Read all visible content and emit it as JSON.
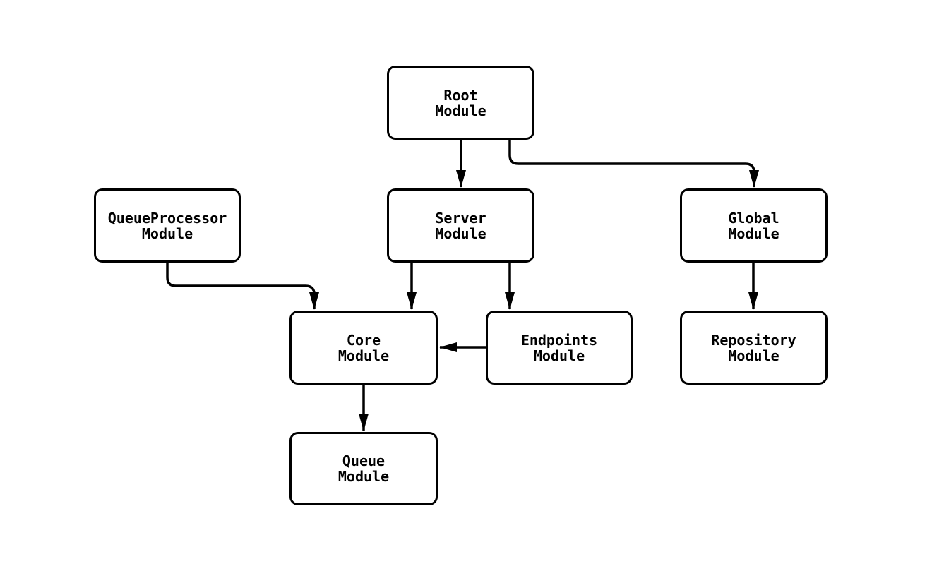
{
  "diagram": {
    "type": "flowchart",
    "colors": {
      "background": "#ffffff",
      "stroke": "#000000",
      "node_fill": "#ffffff",
      "text": "#000000"
    },
    "nodes": {
      "root": {
        "line1": "Root",
        "line2": "Module"
      },
      "server": {
        "line1": "Server",
        "line2": "Module"
      },
      "queueprocessor": {
        "line1": "QueueProcessor",
        "line2": "Module"
      },
      "global": {
        "line1": "Global",
        "line2": "Module"
      },
      "core": {
        "line1": "Core",
        "line2": "Module"
      },
      "endpoints": {
        "line1": "Endpoints",
        "line2": "Module"
      },
      "repository": {
        "line1": "Repository",
        "line2": "Module"
      },
      "queue": {
        "line1": "Queue",
        "line2": "Module"
      }
    },
    "edges": [
      {
        "from": "root",
        "to": "server"
      },
      {
        "from": "root",
        "to": "global"
      },
      {
        "from": "queueprocessor",
        "to": "core"
      },
      {
        "from": "server",
        "to": "core"
      },
      {
        "from": "server",
        "to": "endpoints"
      },
      {
        "from": "endpoints",
        "to": "core"
      },
      {
        "from": "global",
        "to": "repository"
      },
      {
        "from": "core",
        "to": "queue"
      }
    ]
  }
}
